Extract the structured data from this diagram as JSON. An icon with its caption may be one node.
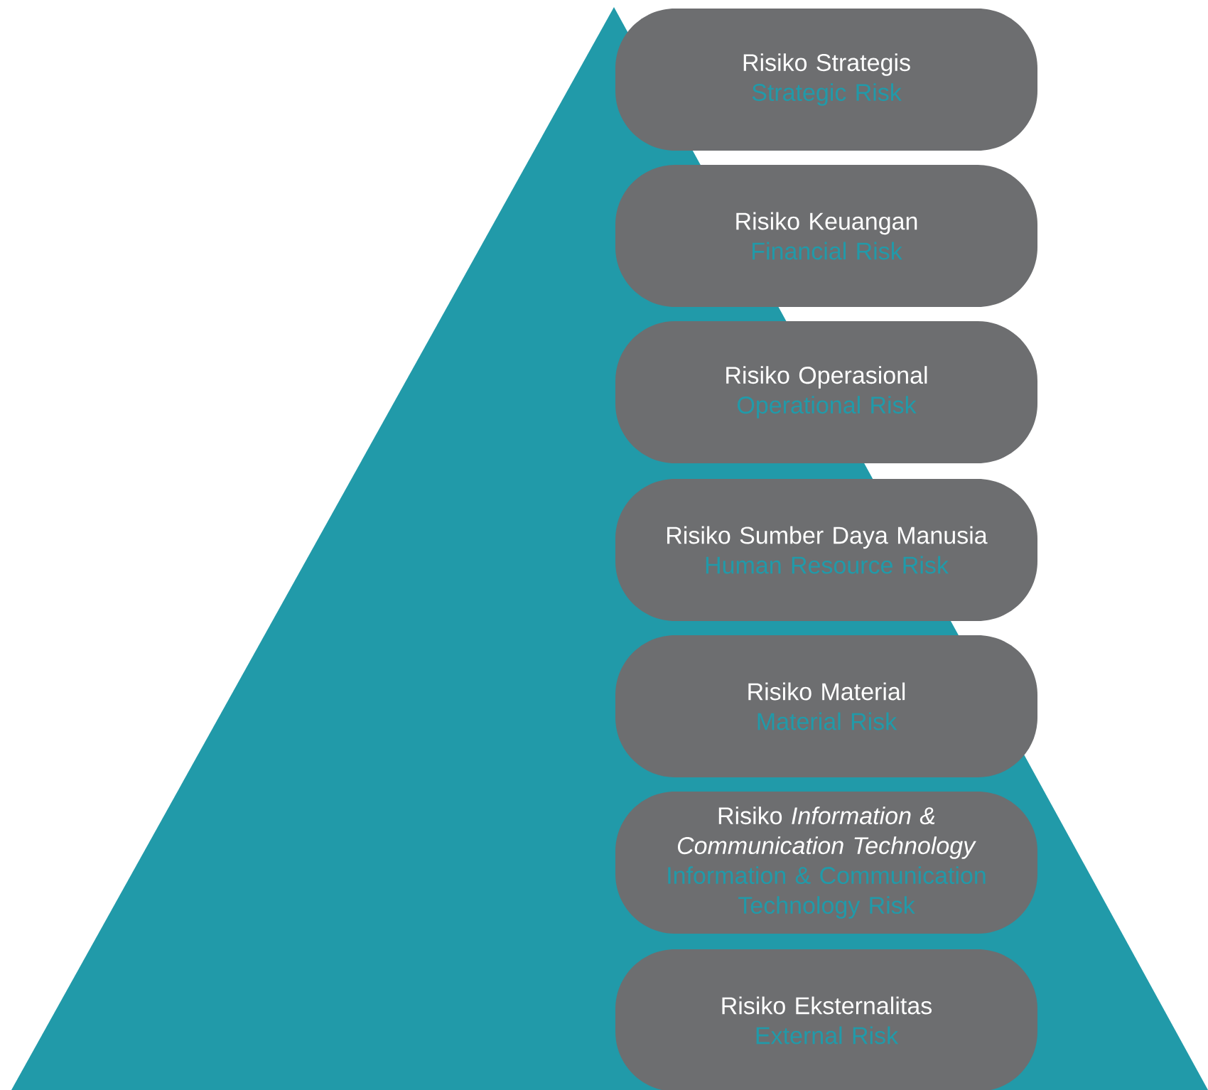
{
  "diagram": {
    "nodes": [
      {
        "text": [
          "Risiko Strategis",
          "Strategic Risk"
        ]
      },
      {
        "text": [
          "Risiko Keuangan",
          "Financial Risk"
        ]
      },
      {
        "text": [
          "Risiko Operasional",
          "Operational Risk"
        ]
      },
      {
        "text": [
          "Risiko Sumber Daya Manusia",
          "Human Resource Risk"
        ]
      },
      {
        "text": [
          "Risiko Material",
          "Material Risk"
        ]
      },
      {
        "text": [
          "Risiko *Information & Communication Technology*",
          "Information & Communication Technology Risk"
        ]
      },
      {
        "text": [
          "Risiko Eksternalitas",
          "External Risk"
        ]
      }
    ]
  }
}
